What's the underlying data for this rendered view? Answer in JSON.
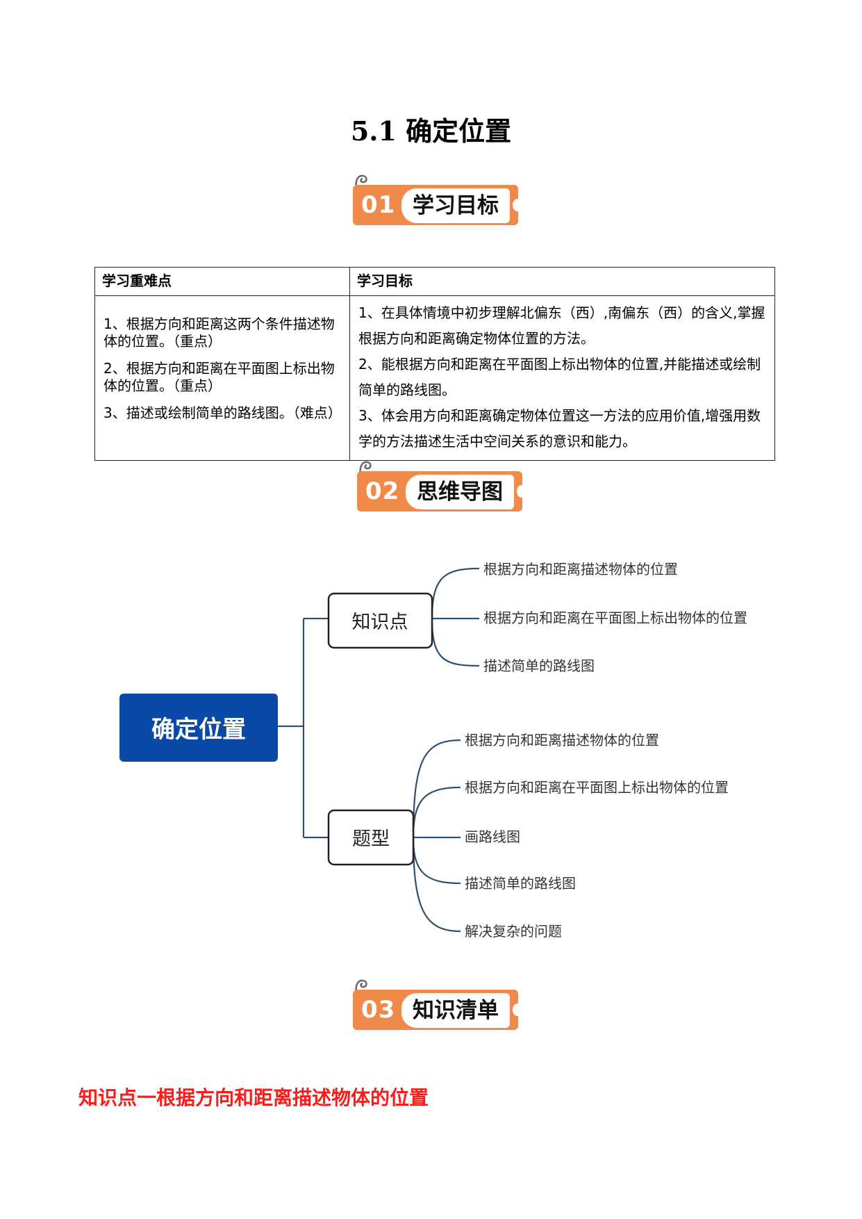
{
  "title": "5.1  确定位置",
  "banners": [
    {
      "num": "01",
      "label": "学习目标"
    },
    {
      "num": "02",
      "label": "思维导图"
    },
    {
      "num": "03",
      "label": "知识清单"
    }
  ],
  "goals_table": {
    "headers": [
      "学习重难点",
      "学习目标"
    ],
    "left": [
      "1、根据方向和距离这两个条件描述物体的位置。（重点）",
      "2、根据方向和距离在平面图上标出物体的位置。（重点）",
      "3、描述或绘制简单的路线图。（难点）"
    ],
    "right": [
      "1、在具体情境中初步理解北偏东（西）,南偏东（西）的含义,掌握根据方向和距离确定物体位置的方法。",
      "2、能根据方向和距离在平面图上标出物体的位置,并能描述或绘制简单的路线图。",
      "3、体会用方向和距离确定物体位置这一方法的应用价值,增强用数学的方法描述生活中空间关系的意识和能力。"
    ]
  },
  "mindmap": {
    "root": "确定位置",
    "branches": [
      {
        "label": "知识点",
        "leaves": [
          "根据方向和距离描述物体的位置",
          "根据方向和距离在平面图上标出物体的位置",
          "描述简单的路线图"
        ]
      },
      {
        "label": "题型",
        "leaves": [
          "根据方向和距离描述物体的位置",
          "根据方向和距离在平面图上标出物体的位置",
          "画路线图",
          "描述简单的路线图",
          "解决复杂的问题"
        ]
      }
    ],
    "colors": {
      "root_fill": "#0a4aa6",
      "line": "#2f4f6f"
    }
  },
  "section_heading": "知识点一根据方向和距离描述物体的位置"
}
